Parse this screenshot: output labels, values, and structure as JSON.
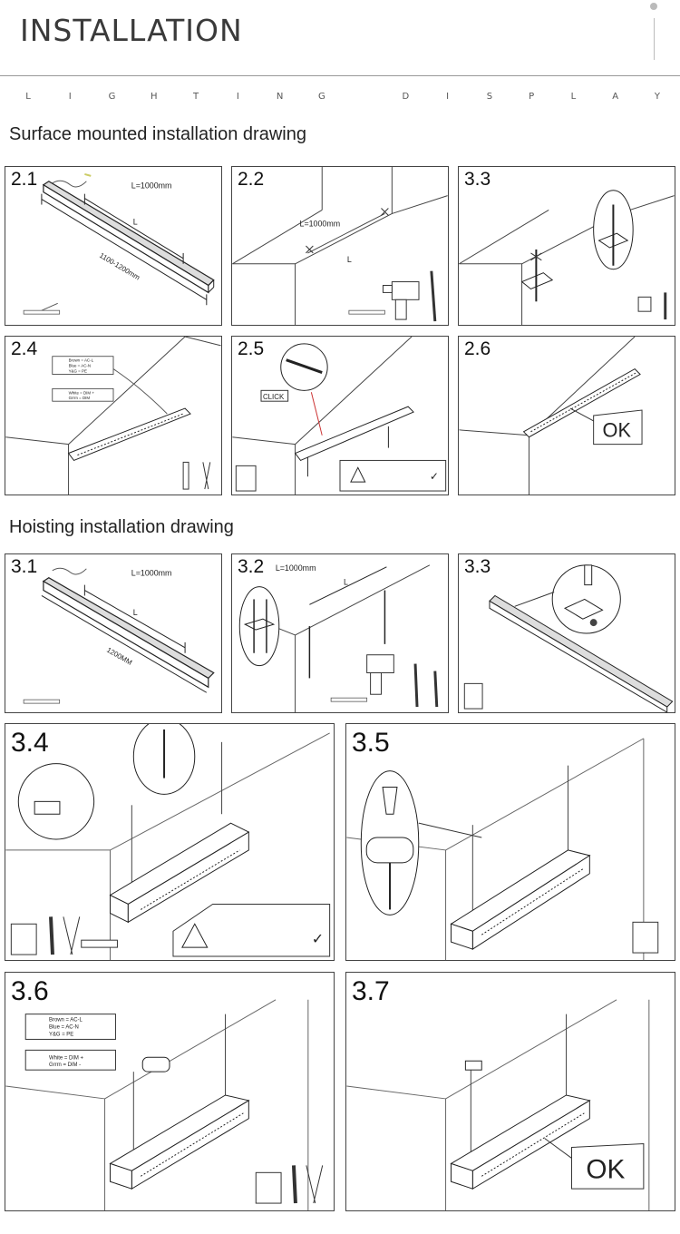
{
  "header": {
    "title": "INSTALLATION"
  },
  "subtitle_letters": [
    "L",
    "I",
    "G",
    "H",
    "T",
    "I",
    "N",
    "G",
    " ",
    "D",
    "I",
    "S",
    "P",
    "L",
    "A",
    "Y"
  ],
  "sections": {
    "surface": "Surface mounted installation drawing",
    "hoisting": "Hoisting installation drawing"
  },
  "panels": {
    "p21": {
      "label": "2.1",
      "dim_top": "L=1000mm",
      "dim_l": "L",
      "dim_len": "1100-1200mm"
    },
    "p22": {
      "label": "2.2",
      "dim_top": "L=1000mm",
      "dim_l": "L"
    },
    "p23": {
      "label": "3.3"
    },
    "p24": {
      "label": "2.4",
      "wires_a": [
        "Brown = AC-L",
        "Blue = AC-N",
        "Y&G = PE"
      ],
      "wires_b": [
        "White = DIM +",
        "Grrrn = DIM"
      ]
    },
    "p25": {
      "label": "2.5",
      "click": "CLICK"
    },
    "p26": {
      "label": "2.6",
      "ok": "OK"
    },
    "p31": {
      "label": "3.1",
      "dim_top": "L=1000mm",
      "dim_l": "L",
      "dim_len": "1200MM"
    },
    "p32": {
      "label": "3.2",
      "dim_top": "L=1000mm",
      "dim_l": "L"
    },
    "p33": {
      "label": "3.3"
    },
    "p34": {
      "label": "3.4"
    },
    "p35": {
      "label": "3.5"
    },
    "p36": {
      "label": "3.6",
      "wires_a": [
        "Brown = AC-L",
        "Blue = AC-N",
        "Y&G = PE"
      ],
      "wires_b": [
        "White = DIM +",
        "Grrrn = DIM -"
      ]
    },
    "p37": {
      "label": "3.7",
      "ok": "OK"
    }
  }
}
